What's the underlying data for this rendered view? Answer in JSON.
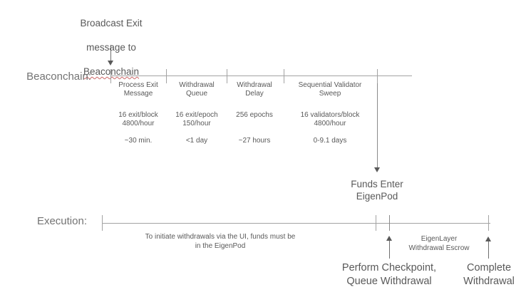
{
  "broadcast": {
    "line1": "Broadcast Exit",
    "line2": "message to",
    "line3": "Beaconchain"
  },
  "beaconchain": {
    "label": "Beaconchain:",
    "segments": [
      {
        "title": "Process Exit\nMessage",
        "rate": "16 exit/block\n4800/hour",
        "duration": "~30 min."
      },
      {
        "title": "Withdrawal\nQueue",
        "rate": "16 exit/epoch\n150/hour",
        "duration": "<1 day"
      },
      {
        "title": "Withdrawal\nDelay",
        "rate": "256 epochs",
        "duration": "~27 hours"
      },
      {
        "title": "Sequential Validator\nSweep",
        "rate": "16 validators/block\n4800/hour",
        "duration": "0-9.1 days"
      }
    ],
    "funds_enter": "Funds Enter\nEigenPod"
  },
  "execution": {
    "label": "Execution:",
    "note": "To initiate withdrawals via the UI, funds must be\nin the EigenPod",
    "escrow_label": "EigenLayer\nWithdrawal Escrow",
    "checkpoint_label": "Perform Checkpoint,\nQueue Withdrawal",
    "complete_label": "Complete\nWithdrawal"
  },
  "colors": {
    "timeline": "#a3a3a3",
    "arrow": "#595959",
    "text": "#595959",
    "row_label": "#737373",
    "spellcheck_underline": "#cc6666"
  }
}
